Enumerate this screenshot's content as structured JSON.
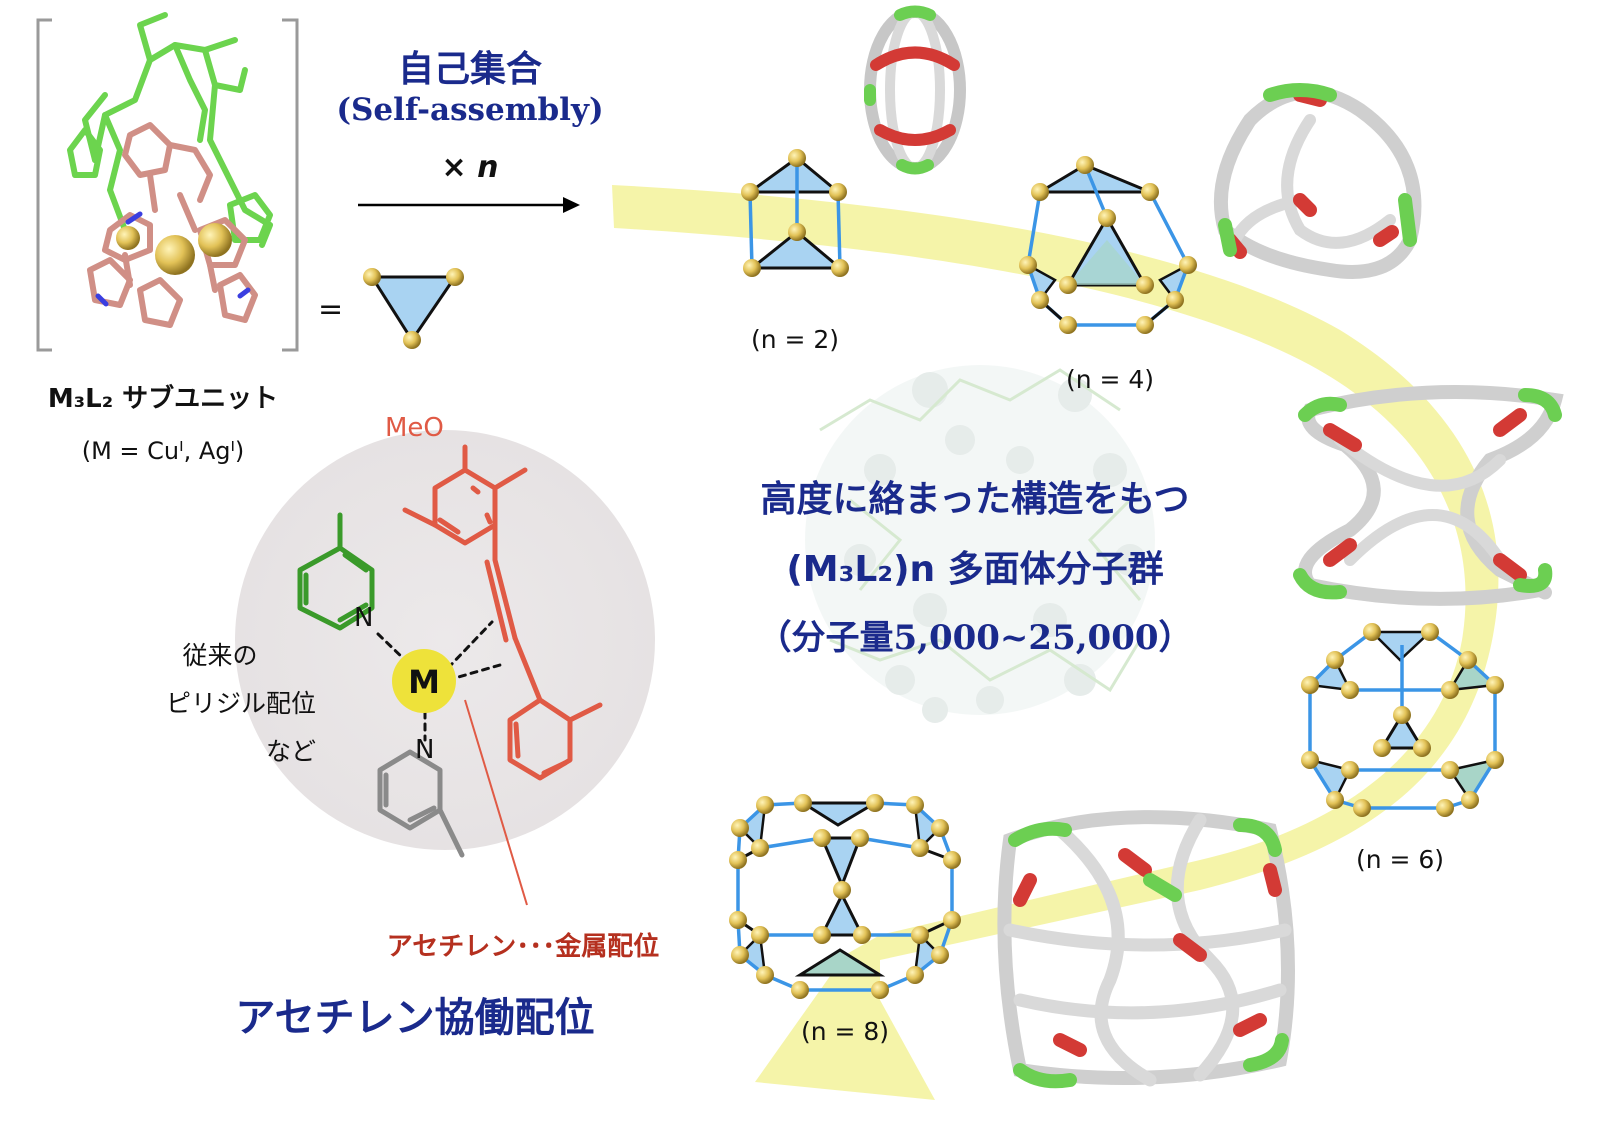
{
  "assembly": {
    "title_ja": "自己集合",
    "title_en": "(Self-assembly)",
    "times_n": "× n"
  },
  "subunit": {
    "equals": "=",
    "label": "M₃L₂ サブユニット",
    "metals": "(M = Cuᴵ, Agᴵ)"
  },
  "coordination": {
    "methoxy": "MeO",
    "ring_N_top": "N",
    "ring_N_bottom": "N",
    "metal": "M",
    "conventional_line1": "従来の",
    "conventional_line2": "ピリジル配位",
    "conventional_line3": "など",
    "acetylene_metal": "アセチレン･･･金属配位",
    "cooperative": "アセチレン協働配位"
  },
  "center_text": {
    "line1": "高度に絡まった構造をもつ",
    "line2": "(M₃L₂)n 多面体分子群",
    "line3": "（分子量5,000~25,000）"
  },
  "polyhedra": [
    {
      "label": "(n = 2)"
    },
    {
      "label": "(n = 4)"
    },
    {
      "label": "(n = 6)"
    },
    {
      "label": "(n = 8)"
    }
  ],
  "colors": {
    "navy": "#1a2a8c",
    "accent_red": "#b5301f",
    "arrow_yellow": "#f3f29a",
    "edge_blue": "#3b95e6",
    "face_blue": "#a9d3f2",
    "metal_gold": "#d8b64a"
  }
}
